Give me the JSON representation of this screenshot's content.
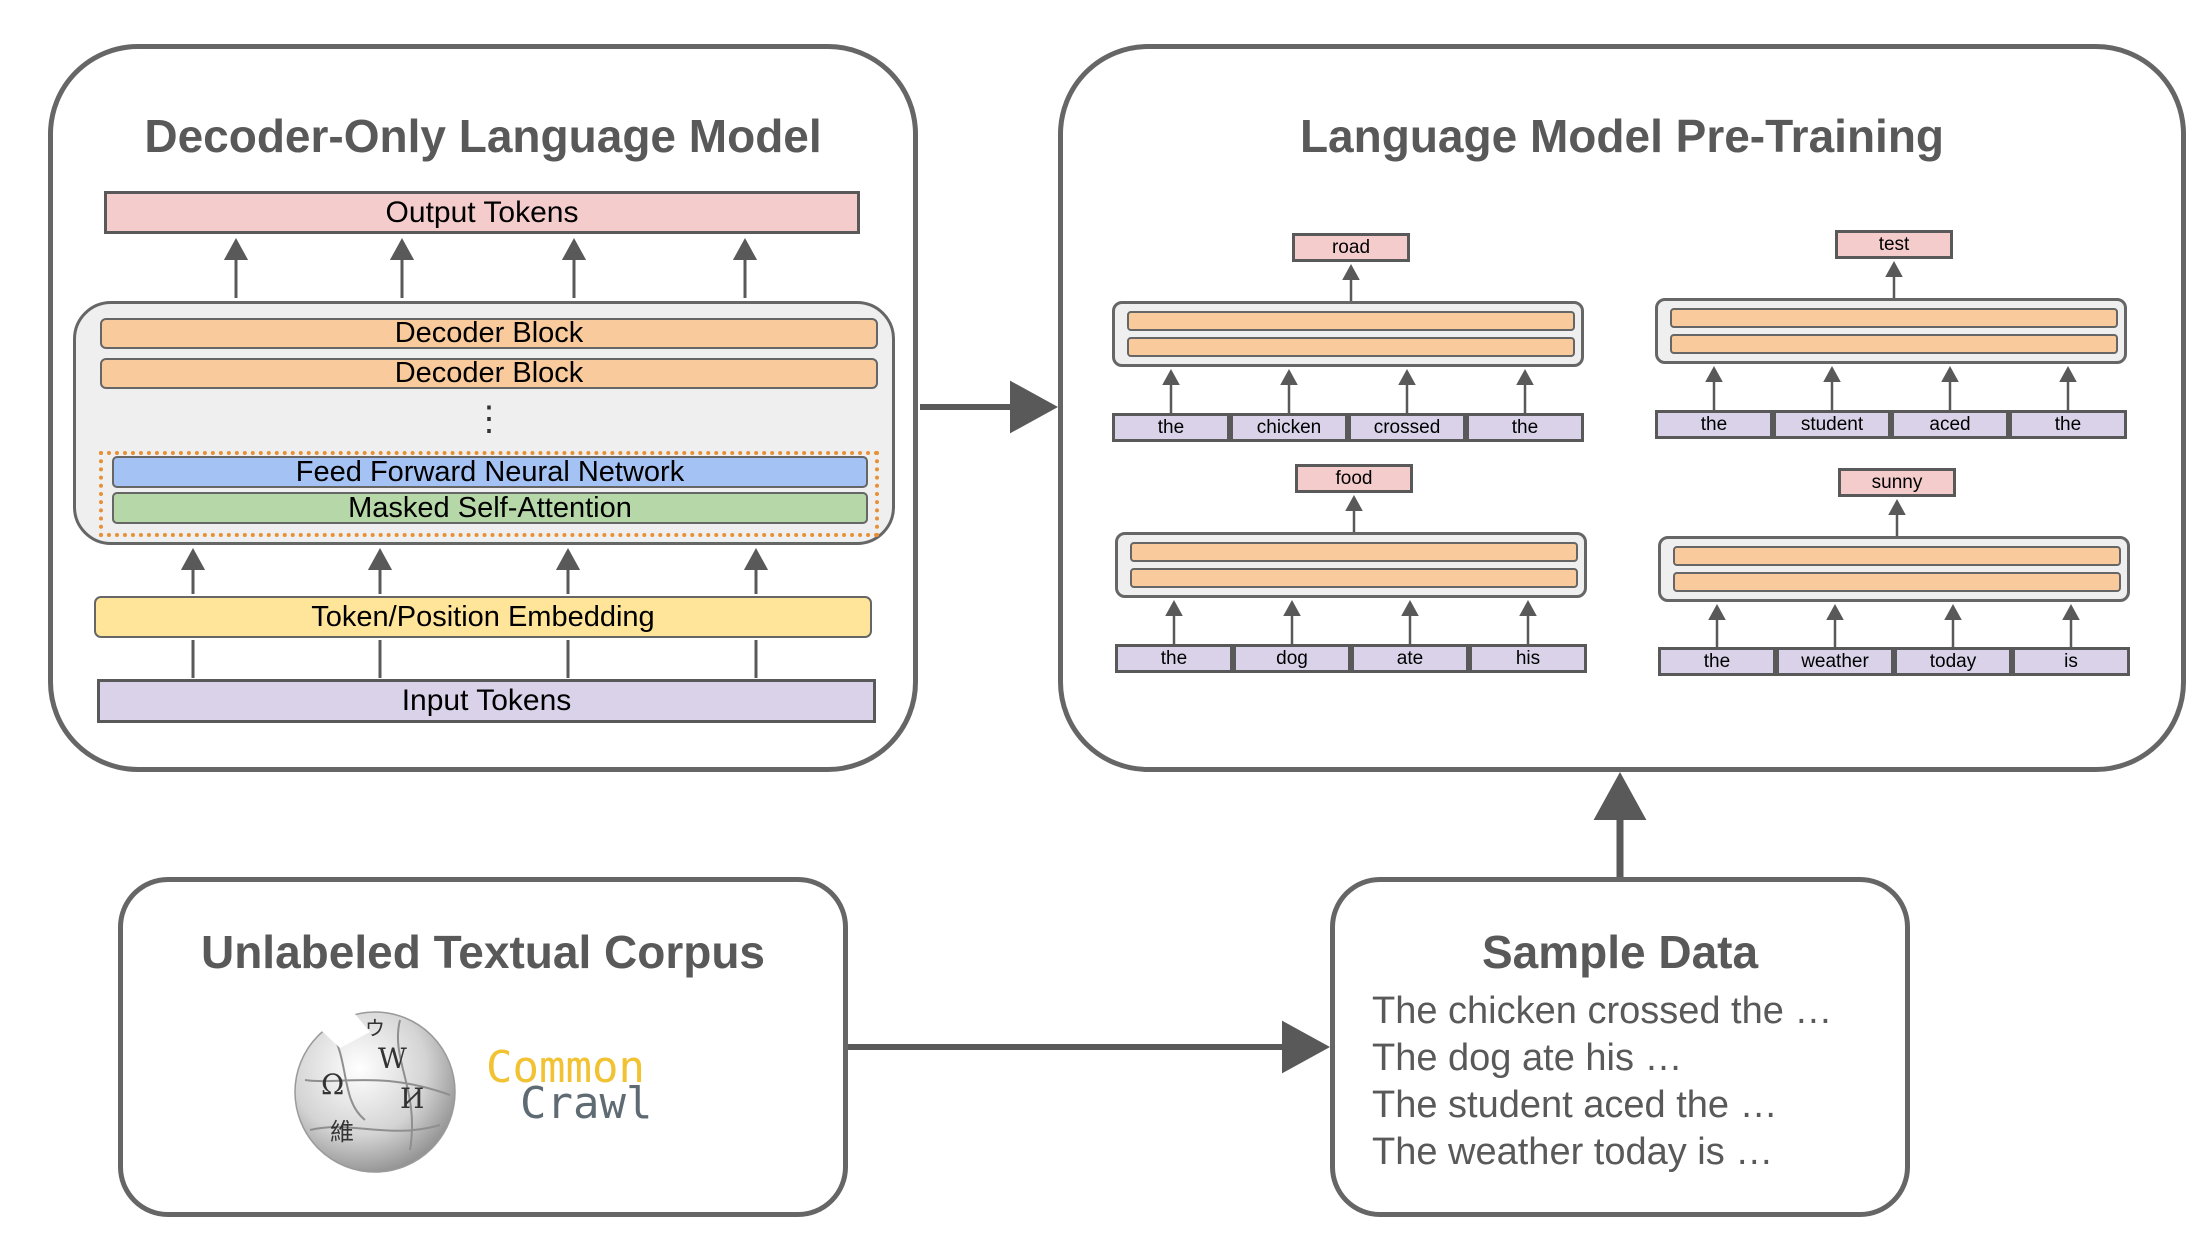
{
  "decoder_panel": {
    "title": "Decoder-Only Language Model",
    "output_tokens": "Output Tokens",
    "decoder_block_1": "Decoder Block",
    "decoder_block_2": "Decoder Block",
    "ellipsis": "⋮",
    "ffn": "Feed Forward Neural Network",
    "attention": "Masked Self-Attention",
    "embedding": "Token/Position Embedding",
    "input_tokens": "Input Tokens"
  },
  "pretraining_panel": {
    "title": "Language Model Pre-Training",
    "examples": [
      {
        "tokens": [
          "the",
          "chicken",
          "crossed",
          "the"
        ],
        "prediction": "road"
      },
      {
        "tokens": [
          "the",
          "student",
          "aced",
          "the"
        ],
        "prediction": "test"
      },
      {
        "tokens": [
          "the",
          "dog",
          "ate",
          "his"
        ],
        "prediction": "food"
      },
      {
        "tokens": [
          "the",
          "weather",
          "today",
          "is"
        ],
        "prediction": "sunny"
      }
    ]
  },
  "corpus_panel": {
    "title": "Unlabeled Textual Corpus",
    "logo_common": "Common",
    "logo_crawl": "Crawl",
    "wiki_glyphs": [
      "Ω",
      "W",
      "И",
      "維",
      "ウ"
    ]
  },
  "sample_panel": {
    "title": "Sample Data",
    "lines": [
      "The chicken crossed the …",
      "The dog ate his …",
      "The student aced the …",
      "The weather today is …"
    ]
  },
  "colors": {
    "output": "#f4cccc",
    "decoder": "#f9cb9c",
    "ffn": "#a4c2f4",
    "attention": "#b6d7a8",
    "embedding": "#ffe599",
    "input": "#d9d2e9",
    "stack_bg": "#efefef",
    "arrow": "#595959",
    "dotted": "#e69138",
    "common_yellow": "#f1c232",
    "crawl_gray": "#5f6b73"
  }
}
